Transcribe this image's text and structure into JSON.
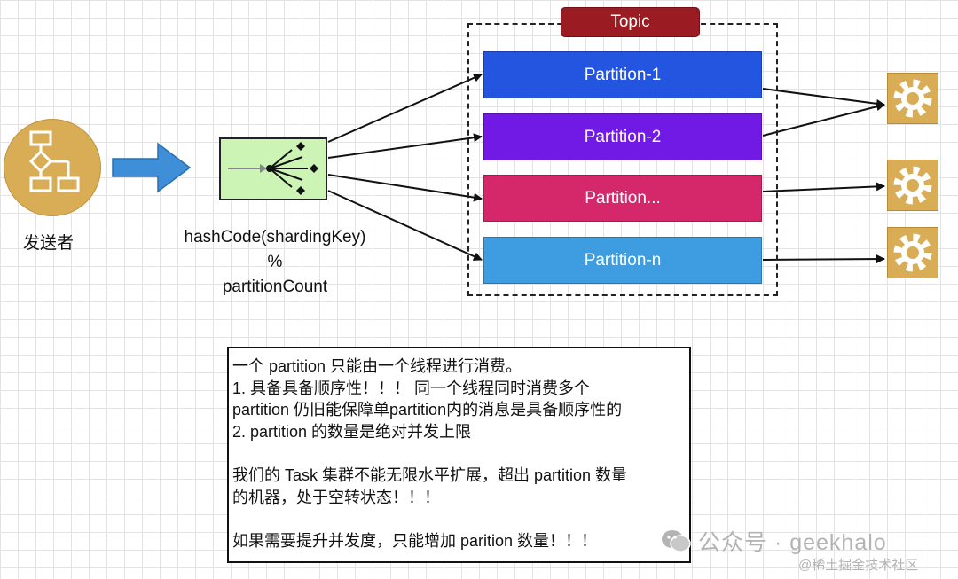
{
  "sender": {
    "icon": "flowchart-icon",
    "label": "发送者"
  },
  "router": {
    "icon": "router-fanout-icon",
    "formula": [
      "hashCode(shardingKey)",
      "%",
      "partitionCount"
    ]
  },
  "topic": {
    "label": "Topic",
    "partitions": [
      {
        "label": "Partition-1",
        "color": "#2455e0"
      },
      {
        "label": "Partition-2",
        "color": "#7119e5"
      },
      {
        "label": "Partition...",
        "color": "#d4286b"
      },
      {
        "label": "Partition-n",
        "color": "#3e9ce0"
      }
    ]
  },
  "consumers": [
    {
      "icon": "gear-icon"
    },
    {
      "icon": "gear-icon"
    },
    {
      "icon": "gear-icon"
    }
  ],
  "note": {
    "lines": [
      "一个 partition 只能由一个线程进行消费。",
      "1. 具备具备顺序性！！！ 同一个线程同时消费多个",
      "partition 仍旧能保障单partition内的消息是具备顺序性的",
      "2. partition 的数量是绝对并发上限",
      "",
      "我们的 Task 集群不能无限水平扩展，超出 partition 数量",
      "的机器，处于空转状态！！！",
      "",
      "如果需要提升并发度，只能增加 parition 数量！！！"
    ]
  },
  "watermark": {
    "icon": "wechat-icon",
    "text": "公众号 · geekhalo",
    "source": "@稀土掘金技术社区"
  },
  "colors": {
    "sender": "#d9ad56",
    "router_fill": "#ccf5b5",
    "topic_label": "#9a1b22",
    "arrow_blue": "#3f8fd8"
  }
}
